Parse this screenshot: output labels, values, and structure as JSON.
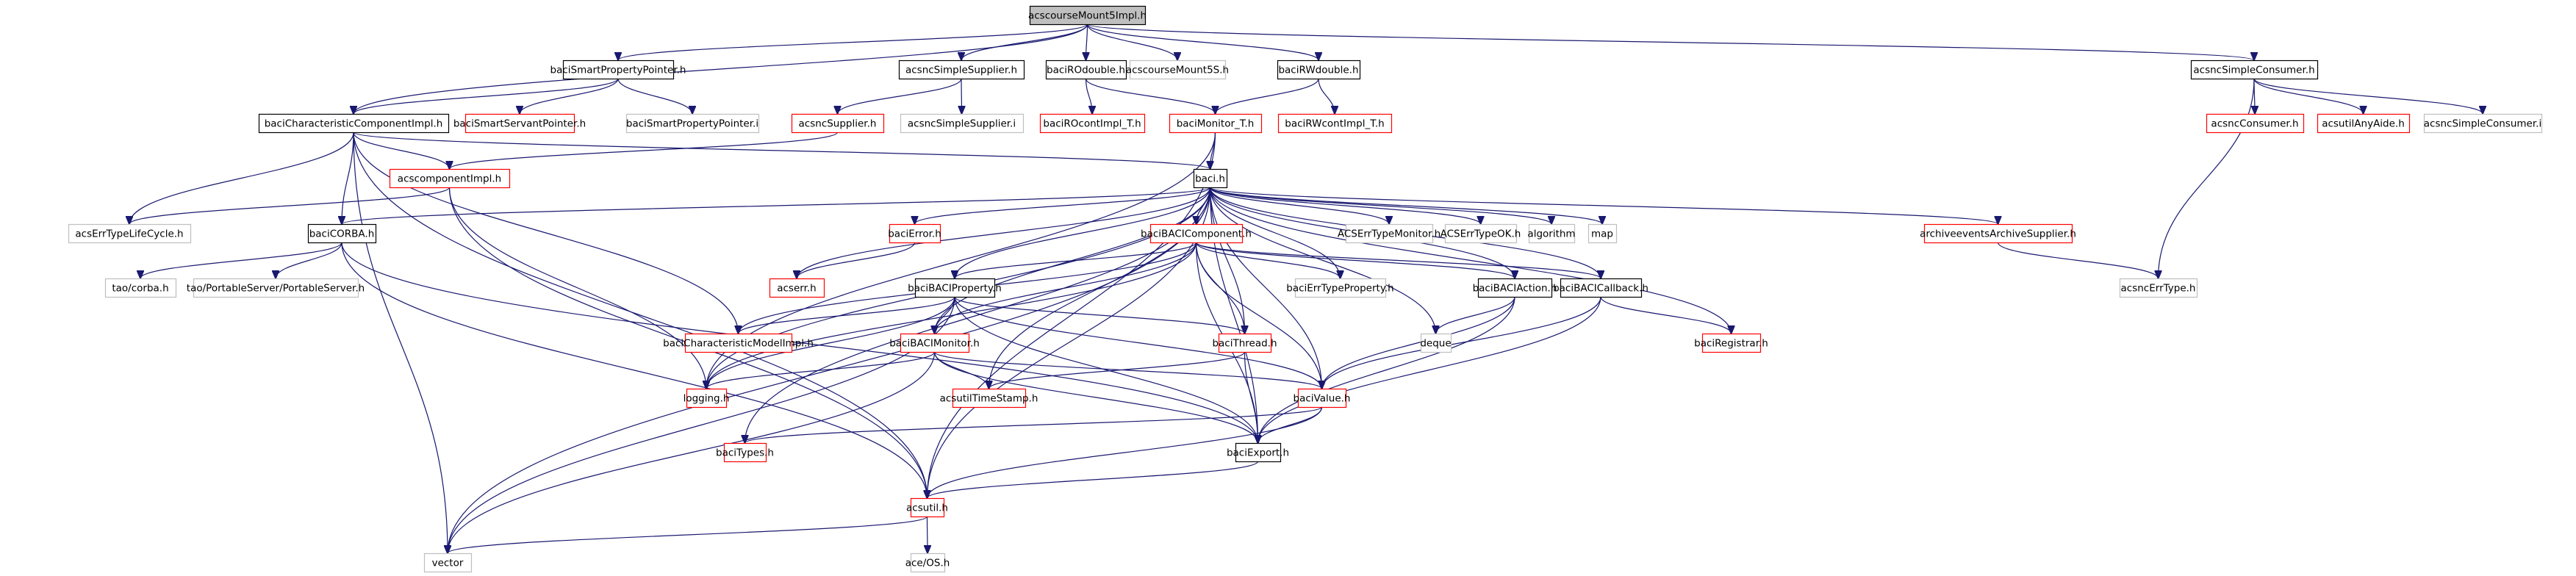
{
  "title": "acscourseMount5Impl.h include dependency graph",
  "colors": {
    "root_fill": "#bfbfbf",
    "documented_border": "#000000",
    "undocumented_border": "#ff0000",
    "external_border": "#bfbfbf",
    "edge": "#191970"
  },
  "nodes": [
    {
      "id": "root",
      "label": "acscourseMount5Impl.h",
      "kind": "root"
    },
    {
      "id": "baciSmartPropertyPointer_h",
      "label": "baciSmartPropertyPointer.h",
      "kind": "documented"
    },
    {
      "id": "acsncSimpleSupplier_h",
      "label": "acsncSimpleSupplier.h",
      "kind": "documented"
    },
    {
      "id": "baciROdouble_h",
      "label": "baciROdouble.h",
      "kind": "documented"
    },
    {
      "id": "acscourseMount5S_h",
      "label": "acscourseMount5S.h",
      "kind": "external"
    },
    {
      "id": "baciRWdouble_h",
      "label": "baciRWdouble.h",
      "kind": "documented"
    },
    {
      "id": "acsncSimpleConsumer_h",
      "label": "acsncSimpleConsumer.h",
      "kind": "documented"
    },
    {
      "id": "baciCharacteristicComponentImpl_h",
      "label": "baciCharacteristicComponentImpl.h",
      "kind": "documented"
    },
    {
      "id": "baciSmartServantPointer_h",
      "label": "baciSmartServantPointer.h",
      "kind": "undocumented"
    },
    {
      "id": "baciSmartPropertyPointer_i",
      "label": "baciSmartPropertyPointer.i",
      "kind": "external"
    },
    {
      "id": "acsncSupplier_h",
      "label": "acsncSupplier.h",
      "kind": "undocumented"
    },
    {
      "id": "acsncSimpleSupplier_i",
      "label": "acsncSimpleSupplier.i",
      "kind": "external"
    },
    {
      "id": "baciROcontImpl_T_h",
      "label": "baciROcontImpl_T.h",
      "kind": "undocumented"
    },
    {
      "id": "baciMonitor_T_h",
      "label": "baciMonitor_T.h",
      "kind": "undocumented"
    },
    {
      "id": "baciRWcontImpl_T_h",
      "label": "baciRWcontImpl_T.h",
      "kind": "undocumented"
    },
    {
      "id": "acsncConsumer_h",
      "label": "acsncConsumer.h",
      "kind": "undocumented"
    },
    {
      "id": "acsutilAnyAide_h",
      "label": "acsutilAnyAide.h",
      "kind": "undocumented"
    },
    {
      "id": "acsncSimpleConsumer_i",
      "label": "acsncSimpleConsumer.i",
      "kind": "external"
    },
    {
      "id": "acscomponentImpl_h",
      "label": "acscomponentImpl.h",
      "kind": "undocumented"
    },
    {
      "id": "baci_h",
      "label": "baci.h",
      "kind": "documented"
    },
    {
      "id": "acsErrTypeLifeCycle_h",
      "label": "acsErrTypeLifeCycle.h",
      "kind": "external"
    },
    {
      "id": "baciCORBA_h",
      "label": "baciCORBA.h",
      "kind": "documented"
    },
    {
      "id": "baciError_h",
      "label": "baciError.h",
      "kind": "undocumented"
    },
    {
      "id": "baciBACIComponent_h",
      "label": "baciBACIComponent.h",
      "kind": "undocumented"
    },
    {
      "id": "ACSErrTypeMonitor_h",
      "label": "ACSErrTypeMonitor.h",
      "kind": "external"
    },
    {
      "id": "ACSErrTypeOK_h",
      "label": "ACSErrTypeOK.h",
      "kind": "external"
    },
    {
      "id": "algorithm",
      "label": "algorithm",
      "kind": "external"
    },
    {
      "id": "map",
      "label": "map",
      "kind": "external"
    },
    {
      "id": "archiveeventsArchiveSupplier_h",
      "label": "archiveeventsArchiveSupplier.h",
      "kind": "undocumented"
    },
    {
      "id": "acsncErrType_h",
      "label": "acsncErrType.h",
      "kind": "external"
    },
    {
      "id": "tao_corba_h",
      "label": "tao/corba.h",
      "kind": "external"
    },
    {
      "id": "tao_PortableServer_h",
      "label": "tao/PortableServer/PortableServer.h",
      "kind": "external"
    },
    {
      "id": "acserr_h",
      "label": "acserr.h",
      "kind": "undocumented"
    },
    {
      "id": "baciBACIProperty_h",
      "label": "baciBACIProperty.h",
      "kind": "documented"
    },
    {
      "id": "baciErrTypeProperty_h",
      "label": "baciErrTypeProperty.h",
      "kind": "external"
    },
    {
      "id": "baciBACIAction_h",
      "label": "baciBACIAction.h",
      "kind": "documented"
    },
    {
      "id": "baciBACICallback_h",
      "label": "baciBACICallback.h",
      "kind": "documented"
    },
    {
      "id": "baciCharacteristicModelImpl_h",
      "label": "baciCharacteristicModelImpl.h",
      "kind": "undocumented"
    },
    {
      "id": "baciBACIMonitor_h",
      "label": "baciBACIMonitor.h",
      "kind": "undocumented"
    },
    {
      "id": "baciThread_h",
      "label": "baciThread.h",
      "kind": "undocumented"
    },
    {
      "id": "deque",
      "label": "deque",
      "kind": "external"
    },
    {
      "id": "baciRegistrar_h",
      "label": "baciRegistrar.h",
      "kind": "undocumented"
    },
    {
      "id": "logging_h",
      "label": "logging.h",
      "kind": "undocumented"
    },
    {
      "id": "acsutilTimeStamp_h",
      "label": "acsutilTimeStamp.h",
      "kind": "undocumented"
    },
    {
      "id": "baciValue_h",
      "label": "baciValue.h",
      "kind": "undocumented"
    },
    {
      "id": "baciTypes_h",
      "label": "baciTypes.h",
      "kind": "undocumented"
    },
    {
      "id": "baciExport_h",
      "label": "baciExport.h",
      "kind": "documented"
    },
    {
      "id": "acsutil_h",
      "label": "acsutil.h",
      "kind": "undocumented"
    },
    {
      "id": "vector",
      "label": "vector",
      "kind": "external"
    },
    {
      "id": "ace_OS_h",
      "label": "ace/OS.h",
      "kind": "external"
    }
  ],
  "edges": [
    [
      "root",
      "baciSmartPropertyPointer_h"
    ],
    [
      "root",
      "acsncSimpleSupplier_h"
    ],
    [
      "root",
      "baciROdouble_h"
    ],
    [
      "root",
      "acscourseMount5S_h"
    ],
    [
      "root",
      "baciRWdouble_h"
    ],
    [
      "root",
      "acsncSimpleConsumer_h"
    ],
    [
      "root",
      "baciCharacteristicComponentImpl_h"
    ],
    [
      "baciSmartPropertyPointer_h",
      "baciCharacteristicComponentImpl_h"
    ],
    [
      "baciSmartPropertyPointer_h",
      "baciSmartServantPointer_h"
    ],
    [
      "baciSmartPropertyPointer_h",
      "baciSmartPropertyPointer_i"
    ],
    [
      "acsncSimpleSupplier_h",
      "acsncSupplier_h"
    ],
    [
      "acsncSimpleSupplier_h",
      "acsncSimpleSupplier_i"
    ],
    [
      "baciROdouble_h",
      "baciROcontImpl_T_h"
    ],
    [
      "baciROdouble_h",
      "baciMonitor_T_h"
    ],
    [
      "baciRWdouble_h",
      "baciMonitor_T_h"
    ],
    [
      "baciRWdouble_h",
      "baciRWcontImpl_T_h"
    ],
    [
      "acsncSimpleConsumer_h",
      "acsncConsumer_h"
    ],
    [
      "acsncSimpleConsumer_h",
      "acsutilAnyAide_h"
    ],
    [
      "acsncSimpleConsumer_h",
      "acsncSimpleConsumer_i"
    ],
    [
      "acsncSimpleConsumer_h",
      "acsncErrType_h"
    ],
    [
      "baciCharacteristicComponentImpl_h",
      "acscomponentImpl_h"
    ],
    [
      "baciCharacteristicComponentImpl_h",
      "baci_h"
    ],
    [
      "baciCharacteristicComponentImpl_h",
      "acsErrTypeLifeCycle_h"
    ],
    [
      "baciCharacteristicComponentImpl_h",
      "baciCORBA_h"
    ],
    [
      "baciCharacteristicComponentImpl_h",
      "baciCharacteristicModelImpl_h"
    ],
    [
      "baciCharacteristicComponentImpl_h",
      "acsutil_h"
    ],
    [
      "baciCharacteristicComponentImpl_h",
      "vector"
    ],
    [
      "acsncSupplier_h",
      "acscomponentImpl_h"
    ],
    [
      "acscomponentImpl_h",
      "acsErrTypeLifeCycle_h"
    ],
    [
      "acscomponentImpl_h",
      "logging_h"
    ],
    [
      "acscomponentImpl_h",
      "acsutil_h"
    ],
    [
      "baciMonitor_T_h",
      "baci_h"
    ],
    [
      "baciMonitor_T_h",
      "logging_h"
    ],
    [
      "baciMonitor_T_h",
      "acsutil_h"
    ],
    [
      "baci_h",
      "baciCORBA_h"
    ],
    [
      "baci_h",
      "baciError_h"
    ],
    [
      "baci_h",
      "baciBACIComponent_h"
    ],
    [
      "baci_h",
      "ACSErrTypeMonitor_h"
    ],
    [
      "baci_h",
      "ACSErrTypeOK_h"
    ],
    [
      "baci_h",
      "algorithm"
    ],
    [
      "baci_h",
      "map"
    ],
    [
      "baci_h",
      "archiveeventsArchiveSupplier_h"
    ],
    [
      "baci_h",
      "acserr_h"
    ],
    [
      "baci_h",
      "baciBACIProperty_h"
    ],
    [
      "baci_h",
      "baciErrTypeProperty_h"
    ],
    [
      "baci_h",
      "baciBACIAction_h"
    ],
    [
      "baci_h",
      "baciBACICallback_h"
    ],
    [
      "baci_h",
      "baciBACIMonitor_h"
    ],
    [
      "baci_h",
      "baciThread_h"
    ],
    [
      "baci_h",
      "deque"
    ],
    [
      "baci_h",
      "baciRegistrar_h"
    ],
    [
      "baci_h",
      "logging_h"
    ],
    [
      "baci_h",
      "acsutilTimeStamp_h"
    ],
    [
      "baci_h",
      "baciValue_h"
    ],
    [
      "baci_h",
      "baciTypes_h"
    ],
    [
      "baci_h",
      "baciExport_h"
    ],
    [
      "baci_h",
      "acsutil_h"
    ],
    [
      "baci_h",
      "vector"
    ],
    [
      "archiveeventsArchiveSupplier_h",
      "acsncErrType_h"
    ],
    [
      "baciCORBA_h",
      "tao_corba_h"
    ],
    [
      "baciCORBA_h",
      "tao_PortableServer_h"
    ],
    [
      "baciCORBA_h",
      "baciExport_h"
    ],
    [
      "baciCORBA_h",
      "acsutil_h"
    ],
    [
      "baciError_h",
      "acserr_h"
    ],
    [
      "baciBACIComponent_h",
      "baciBACIProperty_h"
    ],
    [
      "baciBACIComponent_h",
      "baciErrTypeProperty_h"
    ],
    [
      "baciBACIComponent_h",
      "baciBACIAction_h"
    ],
    [
      "baciBACIComponent_h",
      "baciBACICallback_h"
    ],
    [
      "baciBACIComponent_h",
      "baciCharacteristicModelImpl_h"
    ],
    [
      "baciBACIComponent_h",
      "baciBACIMonitor_h"
    ],
    [
      "baciBACIComponent_h",
      "baciThread_h"
    ],
    [
      "baciBACIComponent_h",
      "baciValue_h"
    ],
    [
      "baciBACIComponent_h",
      "logging_h"
    ],
    [
      "baciBACIComponent_h",
      "baciExport_h"
    ],
    [
      "baciBACIProperty_h",
      "baciCharacteristicModelImpl_h"
    ],
    [
      "baciBACIProperty_h",
      "baciBACIMonitor_h"
    ],
    [
      "baciBACIProperty_h",
      "baciThread_h"
    ],
    [
      "baciBACIProperty_h",
      "baciValue_h"
    ],
    [
      "baciBACIProperty_h",
      "logging_h"
    ],
    [
      "baciBACIProperty_h",
      "baciExport_h"
    ],
    [
      "baciBACIProperty_h",
      "vector"
    ],
    [
      "baciBACIAction_h",
      "deque"
    ],
    [
      "baciBACIAction_h",
      "baciValue_h"
    ],
    [
      "baciBACIAction_h",
      "baciExport_h"
    ],
    [
      "baciBACICallback_h",
      "baciRegistrar_h"
    ],
    [
      "baciBACICallback_h",
      "baciValue_h"
    ],
    [
      "baciBACICallback_h",
      "baciExport_h"
    ],
    [
      "baciBACIMonitor_h",
      "acsutilTimeStamp_h"
    ],
    [
      "baciBACIMonitor_h",
      "baciValue_h"
    ],
    [
      "baciBACIMonitor_h",
      "logging_h"
    ],
    [
      "baciBACIMonitor_h",
      "baciExport_h"
    ],
    [
      "baciBACIMonitor_h",
      "vector"
    ],
    [
      "baciThread_h",
      "acsutilTimeStamp_h"
    ],
    [
      "baciThread_h",
      "baciExport_h"
    ],
    [
      "baciValue_h",
      "baciTypes_h"
    ],
    [
      "baciValue_h",
      "baciExport_h"
    ],
    [
      "baciValue_h",
      "acsutil_h"
    ],
    [
      "baciExport_h",
      "acsutil_h"
    ],
    [
      "acsutil_h",
      "ace_OS_h"
    ],
    [
      "acsutil_h",
      "vector"
    ]
  ]
}
